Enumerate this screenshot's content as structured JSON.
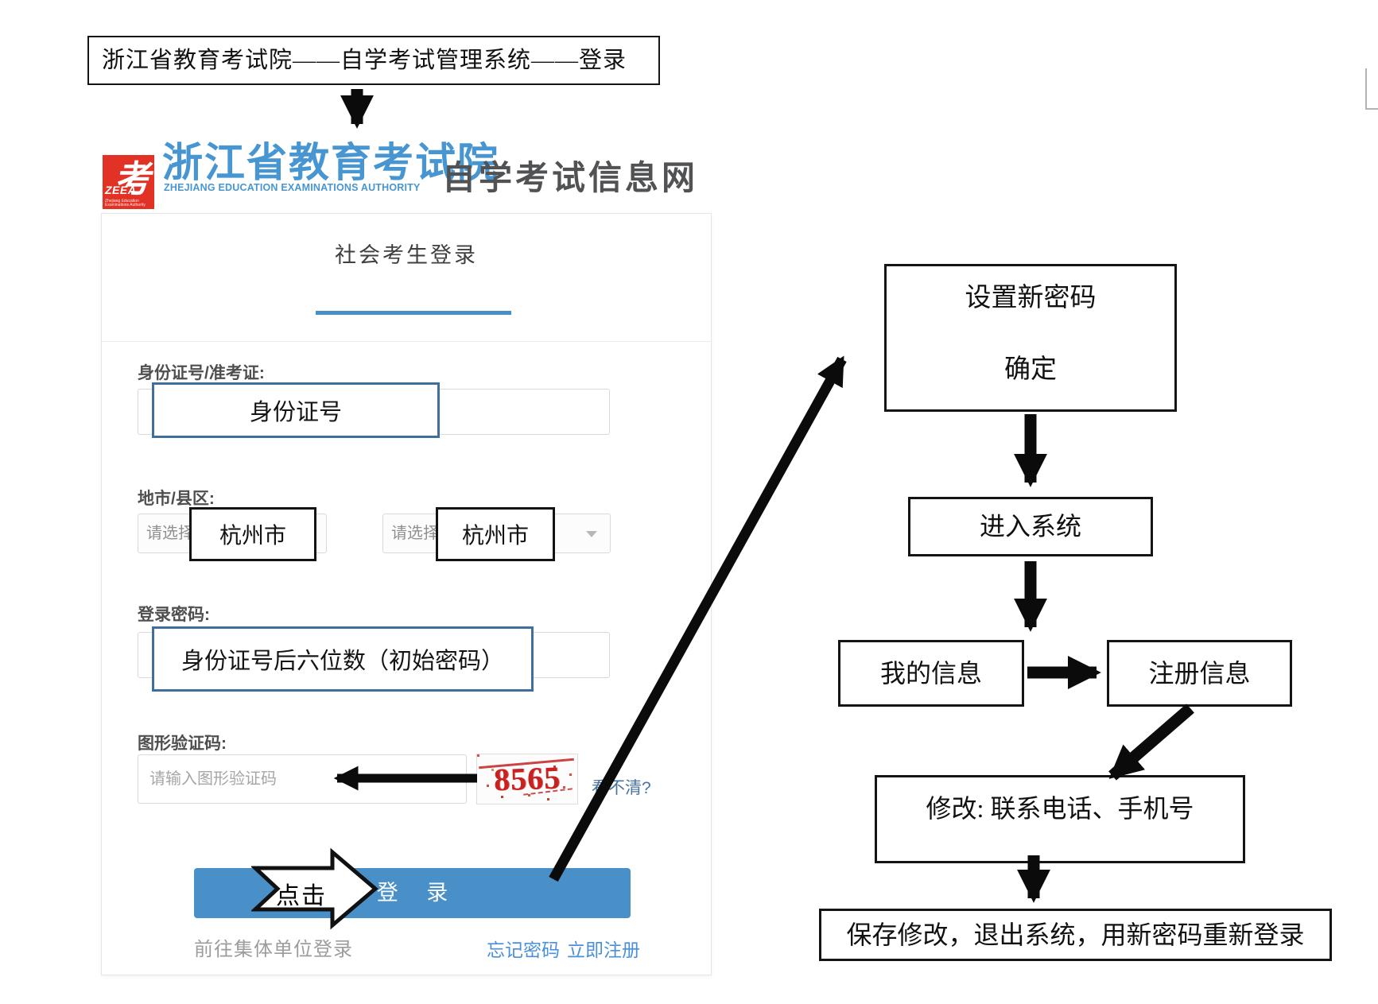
{
  "title_banner": {
    "text": "浙江省教育考试院——自学考试管理系统——登录"
  },
  "header": {
    "badge_char": "考",
    "badge_acronym": "ZEEA",
    "badge_sub": "Zhejiang Education Examinations Authority",
    "org_name_cn": "浙江省教育考试院",
    "org_name_en": "ZHEJIANG EDUCATION EXAMINATIONS AUTHORITY",
    "site_name": "自学考试信息网",
    "brand_blue": "#4796d2",
    "badge_red": "#e23226"
  },
  "login_card": {
    "tab_title": "社会考生登录",
    "id_label": "身份证号/准考证:",
    "region_label": "地市/县区:",
    "select_placeholder": "请选择",
    "password_label": "登录密码:",
    "captcha_label": "图形验证码:",
    "captcha_placeholder": "请输入图形验证码",
    "captcha_code": "8565",
    "captcha_refresh": "看不清?",
    "login_button": "登 录",
    "group_login_link": "前往集体单位登录",
    "forgot_password_link": "忘记密码",
    "register_link": "立即注册",
    "accent_blue": "#4a90c8"
  },
  "annotations": {
    "id_value": "身份证号",
    "city_value": "杭州市",
    "district_value": "杭州市",
    "password_hint": "身份证号后六位数（初始密码）",
    "click_label": "点击"
  },
  "flowchart": {
    "set_password_line1": "设置新密码",
    "set_password_line2": "确定",
    "enter_system": "进入系统",
    "my_info": "我的信息",
    "register_info": "注册信息",
    "modify": "修改:  联系电话、手机号",
    "save_exit": "保存修改，退出系统，用新密码重新登录"
  }
}
